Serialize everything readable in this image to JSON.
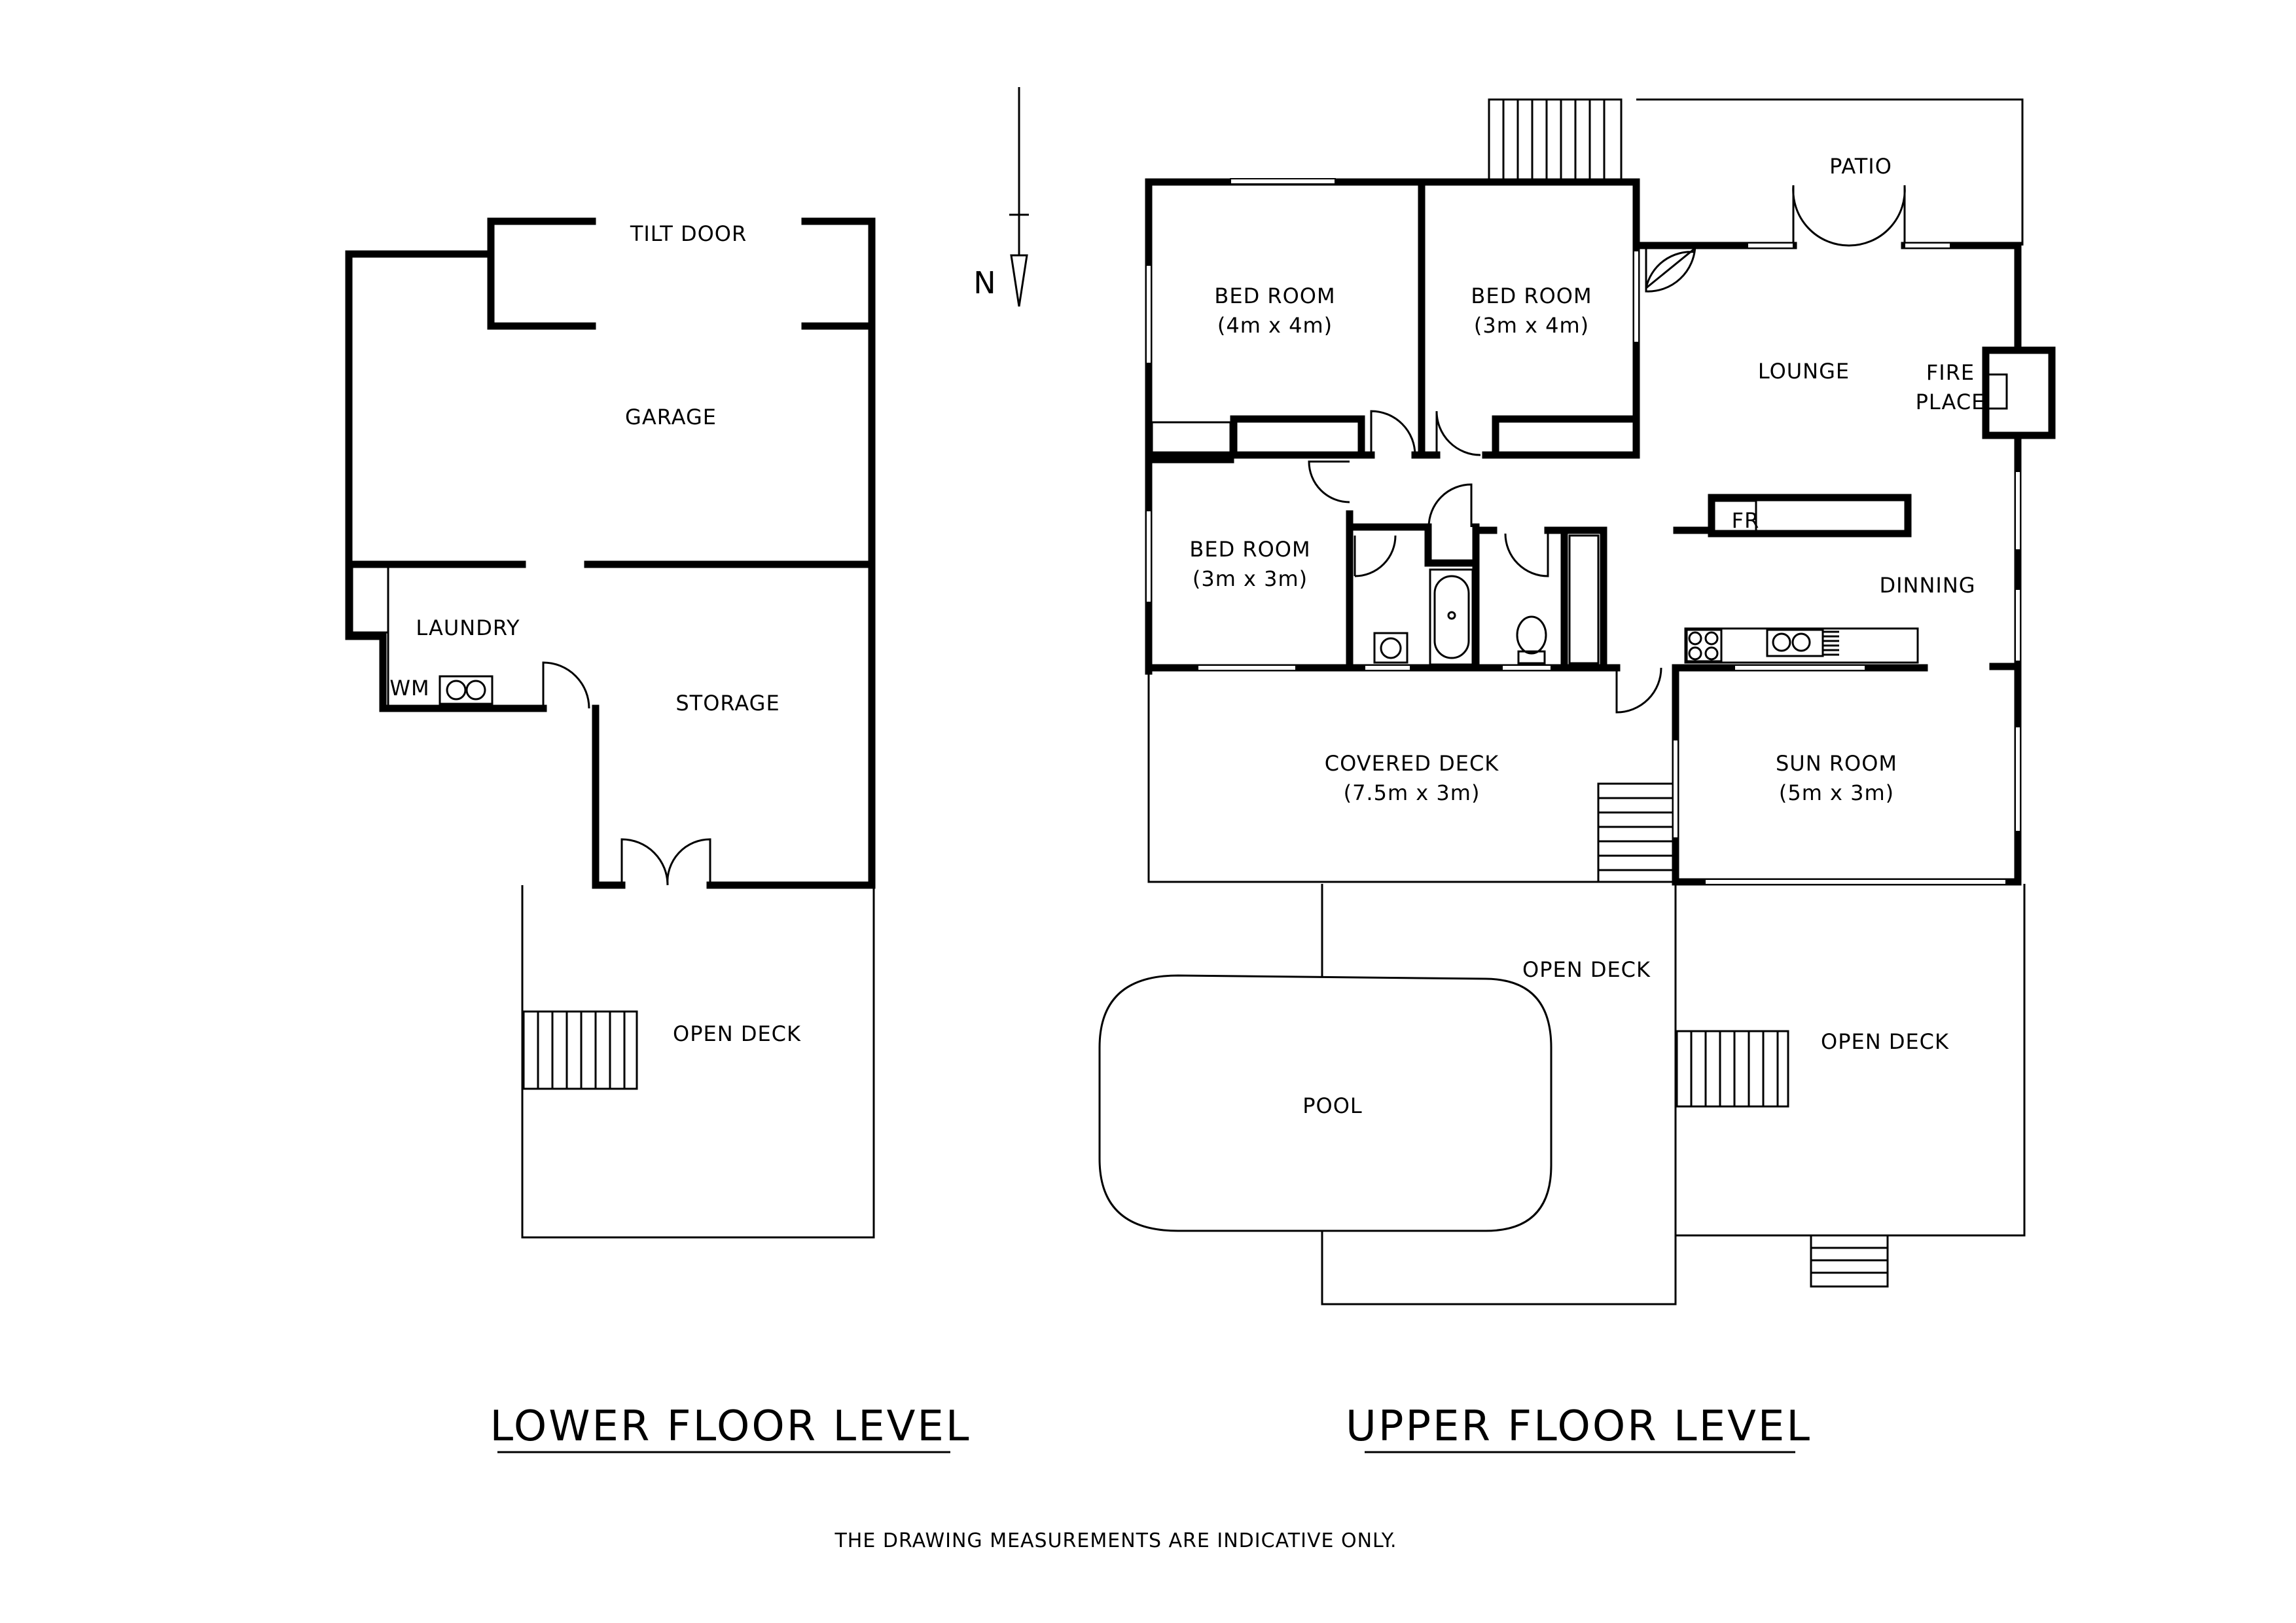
{
  "lower_floor": {
    "title": "LOWER FLOOR LEVEL",
    "rooms": {
      "tilt_door": "TILT DOOR",
      "garage": "GARAGE",
      "laundry": "LAUNDRY",
      "wm": "WM",
      "storage": "STORAGE",
      "open_deck": "OPEN DECK"
    }
  },
  "upper_floor": {
    "title": "UPPER FLOOR LEVEL",
    "rooms": {
      "patio": "PATIO",
      "bed1": "BED ROOM",
      "bed1_size": "(4m x 4m)",
      "bed2": "BED ROOM",
      "bed2_size": "(3m x 4m)",
      "bed3": "BED ROOM",
      "bed3_size": "(3m x 3m)",
      "lounge": "LOUNGE",
      "fireplace_1": "FIRE",
      "fireplace_2": "PLACE",
      "fr": "FR",
      "dinning": "DINNING",
      "covered_deck": "COVERED DECK",
      "covered_deck_size": "(7.5m x 3m)",
      "sun_room": "SUN ROOM",
      "sun_room_size": "(5m x 3m)",
      "open_deck_pool": "OPEN DECK",
      "pool": "POOL",
      "open_deck_right": "OPEN DECK"
    }
  },
  "north_label": "N",
  "disclaimer": "THE DRAWING MEASUREMENTS ARE INDICATIVE ONLY."
}
